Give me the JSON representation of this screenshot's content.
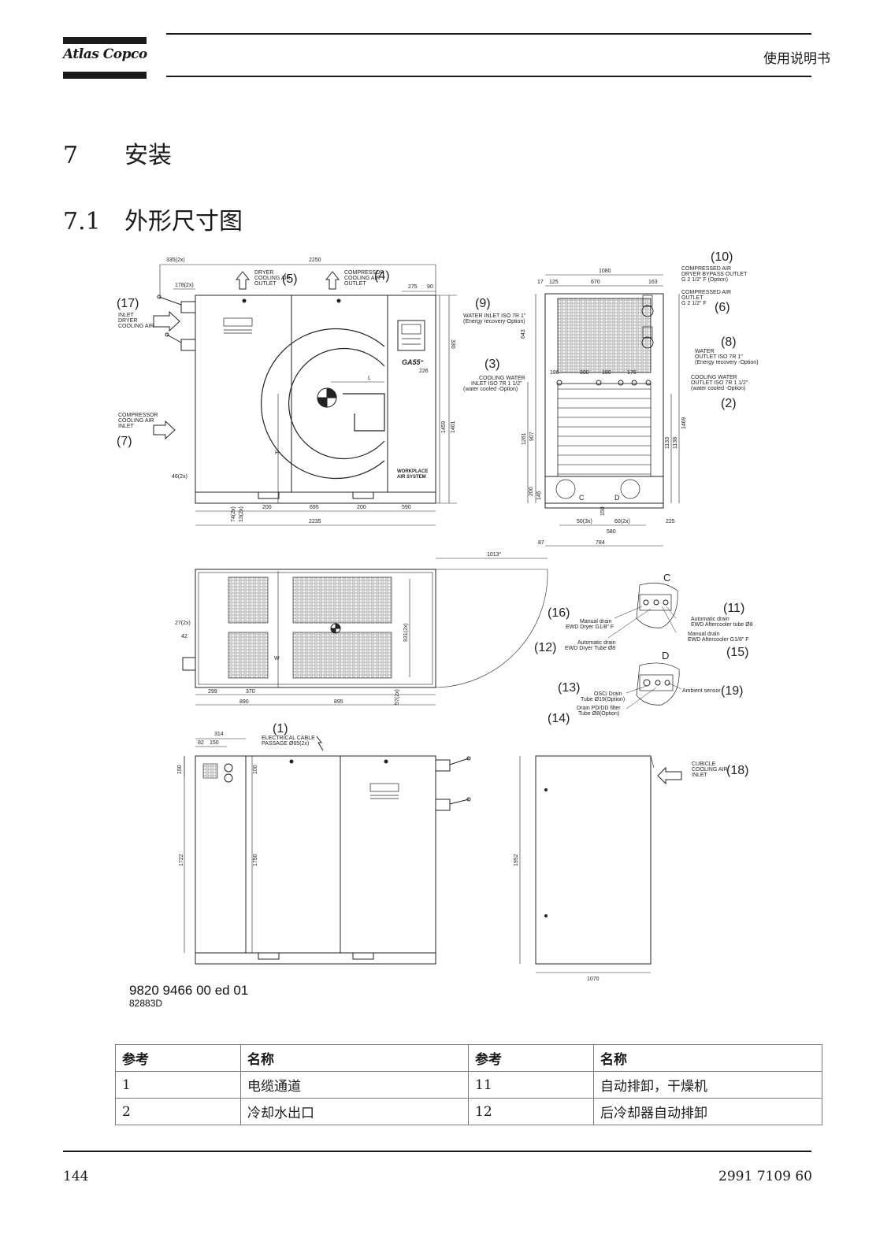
{
  "header": {
    "logo_text": "Atlas Copco",
    "title": "使用说明书"
  },
  "section": {
    "number": "7",
    "title": "安装"
  },
  "subsection": {
    "number": "7.1",
    "title": "外形尺寸图"
  },
  "drawing": {
    "caption_main": "9820 9466 00 ed 01",
    "caption_sub": "82883D",
    "callouts": [
      "(1)",
      "(2)",
      "(3)",
      "(4)",
      "(5)",
      "(6)",
      "(7)",
      "(8)",
      "(9)",
      "(10)",
      "(11)",
      "(12)",
      "(13)",
      "(14)",
      "(15)",
      "(16)",
      "(17)",
      "(18)",
      "(19)"
    ],
    "labels": {
      "dryer_outlet": "DRYER",
      "dryer_outlet2": "COOLING AIR",
      "dryer_outlet3": "OUTLET",
      "comp_outlet": "COMPRESSOR",
      "comp_outlet2": "COOLING AIR",
      "comp_outlet3": "OUTLET",
      "inlet_dryer": "INLET",
      "inlet_dryer2": "DRYER",
      "inlet_dryer3": "COOLING AIR",
      "comp_inlet": "COMPRESSOR",
      "comp_inlet2": "COOLING AIR",
      "comp_inlet3": "INLET",
      "water_inlet": "WATER INLET ISO 7R 1\"",
      "water_inlet2": "(Energy recovery-Option)",
      "cooling_water_in": "COOLING WATER",
      "cooling_water_in2": "INLET ISO 7R 1 1/2\"",
      "cooling_water_in3": "(water cooled -Option)",
      "comp_air_dryer": "COMPRESSED AIR",
      "comp_air_dryer2": "DRYER BYPASS OUTLET",
      "comp_air_dryer3": "G 2 1/2\" F (Option)",
      "comp_air_out": "COMPRESSED AIR",
      "comp_air_out2": "OUTLET",
      "comp_air_out3": "G 2 1/2\" F",
      "water_out": "WATER",
      "water_out2": "OUTLET ISO 7R 1\"",
      "water_out3": "(Energy recovery -Option)",
      "cooling_water_out": "COOLING WATER",
      "cooling_water_out2": "OUTLET ISO 7R 1 1/2\"",
      "cooling_water_out3": "(water cooled -Option)",
      "manual_drain": "Manual drain",
      "manual_drain2": "EWD Dryer G1/8\" F",
      "auto_drain_dryer": "Automatic drain",
      "auto_drain_dryer2": "EWD Dryer Tube Ø8",
      "auto_drain_after": "Automatic drain",
      "auto_drain_after2": "EWD Aftercooler tube Ø8",
      "manual_drain_after": "Manual drain",
      "manual_drain_after2": "EWD Aftercooler G1/8\" F",
      "osci_drain": "OSCi Drain",
      "osci_drain2": "Tube Ø19(Option)",
      "pd_drain": "Drain PD/DD filter",
      "pd_drain2": "Tube Ø8(Option)",
      "ambient": "Ambient sensor",
      "cable": "ELECTRICAL CABLE",
      "cable2": "PASSAGE Ø65(2x)",
      "cubicle": "CUBICLE",
      "cubicle2": "COOLING AIR",
      "cubicle3": "INLET",
      "model": "GA55⁺",
      "workplace": "WORKPLACE",
      "airsystem": "AIR SYSTEM",
      "detail_c": "C",
      "detail_d": "D",
      "dim_H": "H",
      "dim_W": "W",
      "dim_L": "L"
    },
    "dims": {
      "d335": "335(2x)",
      "d2250": "2250",
      "d178": "178(2x)",
      "d275": "275",
      "d90": "90",
      "d330": "330",
      "d226": "226",
      "d1459": "1459",
      "d1401": "1401",
      "d46": "46(2x)",
      "d74": "74(2x)",
      "d13": "13(2x)",
      "d200a": "200",
      "d695": "695",
      "d200b": "200",
      "d590": "590",
      "d2235": "2235",
      "d1080": "1080",
      "d17": "17",
      "d125": "125",
      "d670": "670",
      "d163": "163",
      "d643": "643",
      "d186": "186",
      "d300": "300",
      "d180": "180",
      "d176": "176",
      "d1261": "1261",
      "d907": "907",
      "d1133": "1133",
      "d1138": "1138",
      "d1469": "1469",
      "d200c": "200",
      "d145": "145",
      "d150": "150",
      "d50": "50(3x)",
      "d60": "60(2x)",
      "d580": "580",
      "d225": "225",
      "d87": "87",
      "d784": "784",
      "d1013": "1013°",
      "d27": "27(2x)",
      "d42": "42",
      "d931": "931(2x)",
      "d57": "57(2x)",
      "d299": "299",
      "d370": "370",
      "d890": "890",
      "d895": "895",
      "d314": "314",
      "d82": "82",
      "d150b": "150",
      "d150c": "150",
      "d100": "100",
      "d1722": "1722",
      "d1750": "1750",
      "d1952": "1952",
      "d1070": "1070"
    }
  },
  "table": {
    "headers": [
      "参考",
      "名称",
      "参考",
      "名称"
    ],
    "rows": [
      [
        "1",
        "电缆通道",
        "11",
        "自动排卸，干燥机"
      ],
      [
        "2",
        "冷却水出口",
        "12",
        "后冷却器自动排卸"
      ]
    ]
  },
  "footer": {
    "page": "144",
    "doc": "2991 7109 60"
  }
}
